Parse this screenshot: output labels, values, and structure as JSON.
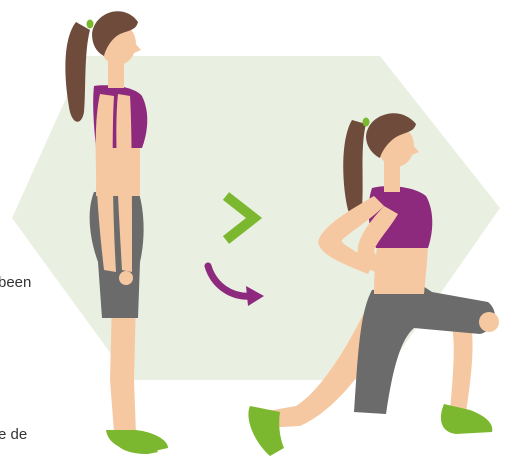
{
  "illustration": {
    "subject": "lunge-exercise",
    "step_icons": [
      "chevron-right-icon",
      "curved-arrow-icon"
    ]
  },
  "side_text": {
    "line_1": "been",
    "line_2": "e de"
  },
  "colors": {
    "background_shape": "#e9f0e1",
    "top": "#8e2a7e",
    "shorts": "#6b6b6b",
    "shoes": "#7cb82f",
    "skin": "#f6c8a1",
    "hair": "#6e4b3a",
    "hair_tie": "#7cb82f",
    "accent_chevron": "#7cb82f",
    "accent_arrow": "#8e2a7e"
  }
}
